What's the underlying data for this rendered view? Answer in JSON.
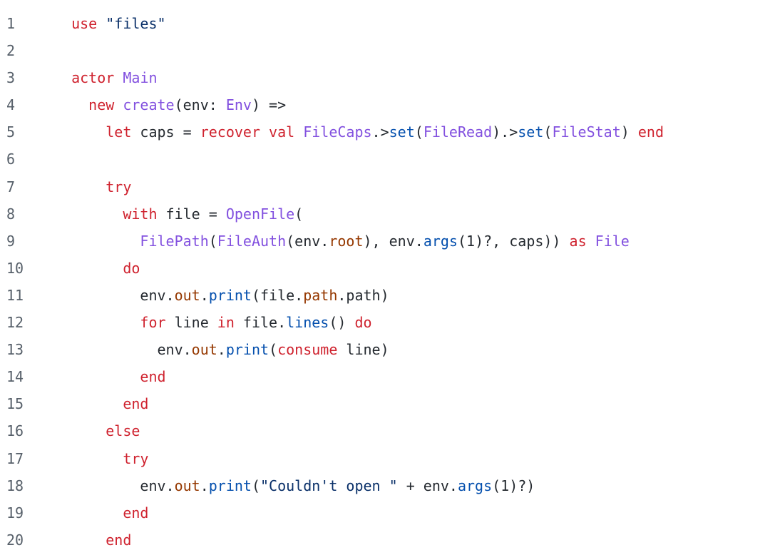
{
  "colors": {
    "keyword": "#cf222e",
    "type": "#8250df",
    "method": "#0550ae",
    "field": "#953800",
    "string": "#0a3069",
    "plain": "#24292f",
    "line_number": "#57606a",
    "background": "#ffffff"
  },
  "lines": [
    {
      "n": "1",
      "tokens": [
        [
          "pl",
          "  "
        ],
        [
          "kw",
          "use"
        ],
        [
          "pl",
          " "
        ],
        [
          "str",
          "\"files\""
        ]
      ]
    },
    {
      "n": "2",
      "tokens": []
    },
    {
      "n": "3",
      "tokens": [
        [
          "pl",
          "  "
        ],
        [
          "kw",
          "actor"
        ],
        [
          "pl",
          " "
        ],
        [
          "ty",
          "Main"
        ]
      ]
    },
    {
      "n": "4",
      "tokens": [
        [
          "pl",
          "    "
        ],
        [
          "kw",
          "new"
        ],
        [
          "pl",
          " "
        ],
        [
          "ty",
          "create"
        ],
        [
          "pl",
          "(env: "
        ],
        [
          "ty",
          "Env"
        ],
        [
          "pl",
          ") =>"
        ]
      ]
    },
    {
      "n": "5",
      "tokens": [
        [
          "pl",
          "      "
        ],
        [
          "kw",
          "let"
        ],
        [
          "pl",
          " caps = "
        ],
        [
          "kw",
          "recover"
        ],
        [
          "pl",
          " "
        ],
        [
          "kw",
          "val"
        ],
        [
          "pl",
          " "
        ],
        [
          "ty",
          "FileCaps"
        ],
        [
          "pl",
          ".>"
        ],
        [
          "fn",
          "set"
        ],
        [
          "pl",
          "("
        ],
        [
          "ty",
          "FileRead"
        ],
        [
          "pl",
          ").>"
        ],
        [
          "fn",
          "set"
        ],
        [
          "pl",
          "("
        ],
        [
          "ty",
          "FileStat"
        ],
        [
          "pl",
          ") "
        ],
        [
          "kw",
          "end"
        ]
      ]
    },
    {
      "n": "6",
      "tokens": []
    },
    {
      "n": "7",
      "tokens": [
        [
          "pl",
          "      "
        ],
        [
          "kw",
          "try"
        ]
      ]
    },
    {
      "n": "8",
      "tokens": [
        [
          "pl",
          "        "
        ],
        [
          "kw",
          "with"
        ],
        [
          "pl",
          " file = "
        ],
        [
          "ty",
          "OpenFile"
        ],
        [
          "pl",
          "("
        ]
      ]
    },
    {
      "n": "9",
      "tokens": [
        [
          "pl",
          "          "
        ],
        [
          "ty",
          "FilePath"
        ],
        [
          "pl",
          "("
        ],
        [
          "ty",
          "FileAuth"
        ],
        [
          "pl",
          "(env."
        ],
        [
          "fd",
          "root"
        ],
        [
          "pl",
          "), env."
        ],
        [
          "fn",
          "args"
        ],
        [
          "pl",
          "(1)?, caps)) "
        ],
        [
          "kw",
          "as"
        ],
        [
          "pl",
          " "
        ],
        [
          "ty",
          "File"
        ]
      ]
    },
    {
      "n": "10",
      "tokens": [
        [
          "pl",
          "        "
        ],
        [
          "kw",
          "do"
        ]
      ]
    },
    {
      "n": "11",
      "tokens": [
        [
          "pl",
          "          env."
        ],
        [
          "fd",
          "out"
        ],
        [
          "pl",
          "."
        ],
        [
          "fn",
          "print"
        ],
        [
          "pl",
          "(file."
        ],
        [
          "fd",
          "path"
        ],
        [
          "pl",
          ".path)"
        ]
      ]
    },
    {
      "n": "12",
      "tokens": [
        [
          "pl",
          "          "
        ],
        [
          "kw",
          "for"
        ],
        [
          "pl",
          " line "
        ],
        [
          "kw",
          "in"
        ],
        [
          "pl",
          " file."
        ],
        [
          "fn",
          "lines"
        ],
        [
          "pl",
          "() "
        ],
        [
          "kw",
          "do"
        ]
      ]
    },
    {
      "n": "13",
      "tokens": [
        [
          "pl",
          "            env."
        ],
        [
          "fd",
          "out"
        ],
        [
          "pl",
          "."
        ],
        [
          "fn",
          "print"
        ],
        [
          "pl",
          "("
        ],
        [
          "kw",
          "consume"
        ],
        [
          "pl",
          " line)"
        ]
      ]
    },
    {
      "n": "14",
      "tokens": [
        [
          "pl",
          "          "
        ],
        [
          "kw",
          "end"
        ]
      ]
    },
    {
      "n": "15",
      "tokens": [
        [
          "pl",
          "        "
        ],
        [
          "kw",
          "end"
        ]
      ]
    },
    {
      "n": "16",
      "tokens": [
        [
          "pl",
          "      "
        ],
        [
          "kw",
          "else"
        ]
      ]
    },
    {
      "n": "17",
      "tokens": [
        [
          "pl",
          "        "
        ],
        [
          "kw",
          "try"
        ]
      ]
    },
    {
      "n": "18",
      "tokens": [
        [
          "pl",
          "          env."
        ],
        [
          "fd",
          "out"
        ],
        [
          "pl",
          "."
        ],
        [
          "fn",
          "print"
        ],
        [
          "pl",
          "("
        ],
        [
          "str",
          "\"Couldn't open \""
        ],
        [
          "pl",
          " + env."
        ],
        [
          "fn",
          "args"
        ],
        [
          "pl",
          "(1)?)"
        ]
      ]
    },
    {
      "n": "19",
      "tokens": [
        [
          "pl",
          "        "
        ],
        [
          "kw",
          "end"
        ]
      ]
    },
    {
      "n": "20",
      "tokens": [
        [
          "pl",
          "      "
        ],
        [
          "kw",
          "end"
        ]
      ]
    }
  ]
}
